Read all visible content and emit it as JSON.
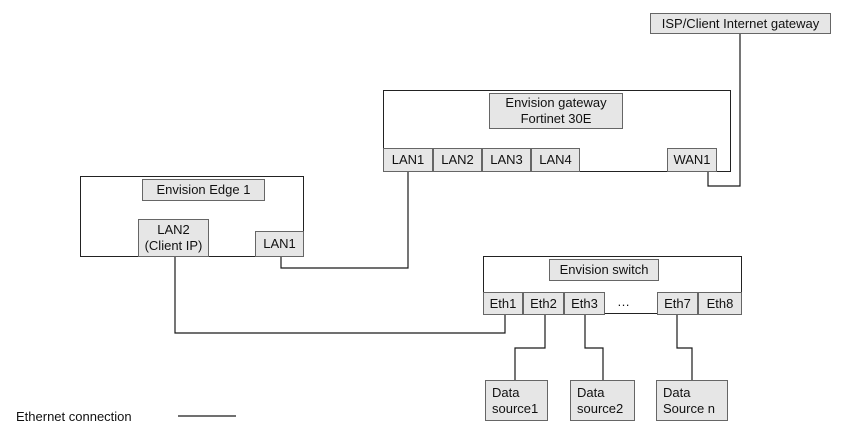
{
  "isp": {
    "label": "ISP/Client Internet gateway"
  },
  "gateway": {
    "title_line1": "Envision gateway",
    "title_line2": "Fortinet 30E",
    "ports": [
      "LAN1",
      "LAN2",
      "LAN3",
      "LAN4"
    ],
    "wan": "WAN1"
  },
  "edge": {
    "title": "Envision Edge 1",
    "lan2_line1": "LAN2",
    "lan2_line2": "(Client IP)",
    "lan1": "LAN1"
  },
  "switch": {
    "title": "Envision switch",
    "ports": [
      "Eth1",
      "Eth2",
      "Eth3",
      "Eth7",
      "Eth8"
    ],
    "ellipsis": "…"
  },
  "sources": [
    {
      "line1": "Data",
      "line2": "source1"
    },
    {
      "line1": "Data",
      "line2": "source2"
    },
    {
      "line1": "Data",
      "line2": "Source n"
    }
  ],
  "legend": {
    "label": "Ethernet connection"
  }
}
